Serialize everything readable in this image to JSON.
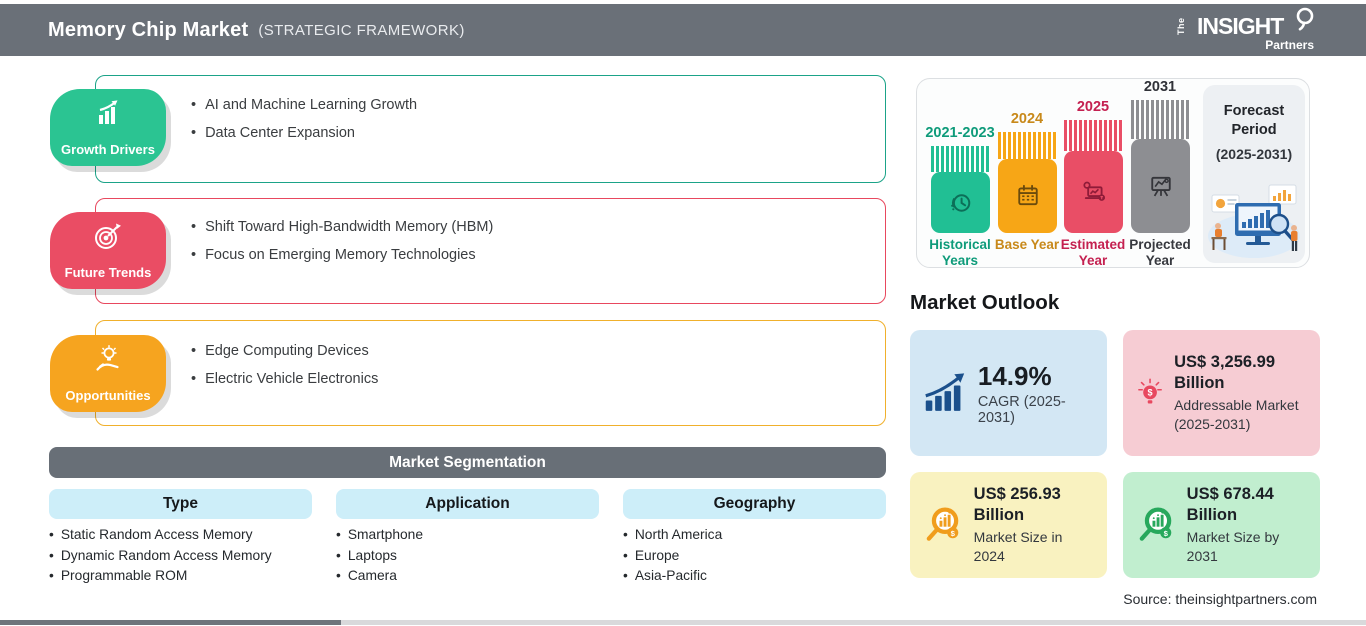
{
  "header": {
    "title": "Memory Chip Market",
    "subtitle": "(STRATEGIC FRAMEWORK)",
    "bg_color": "#6a7078",
    "logo": {
      "the": "The",
      "insight": "INSIGHT",
      "partners": "Partners"
    }
  },
  "framework": {
    "sections": [
      {
        "label": "Growth Drivers",
        "icon": "growth-chart-icon",
        "color": "#2bc492",
        "border_color": "#1ba388",
        "items": [
          "AI and Machine Learning Growth",
          "Data Center Expansion"
        ]
      },
      {
        "label": "Future Trends",
        "icon": "target-dart-icon",
        "color": "#ea4d64",
        "border_color": "#e8485e",
        "items": [
          "Shift Toward High-Bandwidth Memory (HBM)",
          "Focus on Emerging Memory Technologies"
        ]
      },
      {
        "label": "Opportunities",
        "icon": "hand-bulb-icon",
        "color": "#f6a41f",
        "border_color": "#f0b02c",
        "items": [
          "Edge Computing Devices",
          "Electric Vehicle Electronics"
        ]
      }
    ]
  },
  "segmentation": {
    "title": "Market Segmentation",
    "columns": [
      {
        "header": "Type",
        "items": [
          "Static Random Access Memory",
          "Dynamic Random Access Memory",
          "Programmable ROM"
        ]
      },
      {
        "header": "Application",
        "items": [
          "Smartphone",
          "Laptops",
          "Camera"
        ]
      },
      {
        "header": "Geography",
        "items": [
          "North America",
          "Europe",
          "Asia-Pacific"
        ]
      }
    ]
  },
  "timeline": {
    "bars": [
      {
        "year": "2021-2023",
        "caption": "Historical Years",
        "color": "#21bf94",
        "icon": "clock-history-icon"
      },
      {
        "year": "2024",
        "caption": "Base Year",
        "color": "#f7a616",
        "icon": "calendar-icon"
      },
      {
        "year": "2025",
        "caption": "Estimated Year",
        "color": "#e94e66",
        "icon": "estimate-device-icon"
      },
      {
        "year": "2031",
        "caption": "Projected Year",
        "color": "#8d8e92",
        "icon": "projection-screen-icon"
      }
    ],
    "forecast_label": "Forecast Period",
    "forecast_range": "(2025-2031)"
  },
  "outlook": {
    "title": "Market Outlook",
    "cards": [
      {
        "value": "14.9%",
        "caption": "CAGR (2025-2031)",
        "bg": "#d3e7f4",
        "icon": "growth-arrow-chart-icon"
      },
      {
        "value": "US$ 3,256.99 Billion",
        "caption": "Addressable Market (2025-2031)",
        "bg": "#f6ccd3",
        "icon": "dollar-bulb-icon"
      },
      {
        "value": "US$ 256.93 Billion",
        "caption": "Market Size in 2024",
        "bg": "#f9f2c0",
        "icon": "magnifier-chart-orange-icon"
      },
      {
        "value": "US$ 678.44 Billion",
        "caption": "Market Size by 2031",
        "bg": "#c1eecf",
        "icon": "magnifier-chart-green-icon"
      }
    ]
  },
  "source": "Source: theinsightpartners.com"
}
